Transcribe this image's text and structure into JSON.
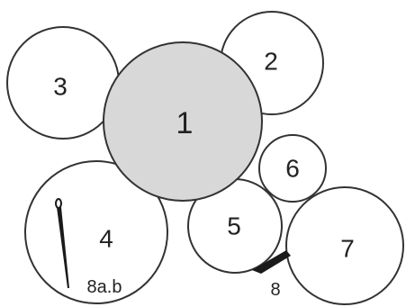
{
  "diagram": {
    "circles": [
      {
        "id": "1",
        "label": "1",
        "fill": "#d8d8d8"
      },
      {
        "id": "2",
        "label": "2",
        "fill": "#ffffff"
      },
      {
        "id": "3",
        "label": "3",
        "fill": "#ffffff"
      },
      {
        "id": "4",
        "label": "4",
        "fill": "#ffffff"
      },
      {
        "id": "5",
        "label": "5",
        "fill": "#ffffff"
      },
      {
        "id": "6",
        "label": "6",
        "fill": "#ffffff"
      },
      {
        "id": "7",
        "label": "7",
        "fill": "#ffffff"
      }
    ],
    "annotations": {
      "needle_label": "8a.b",
      "wedge_label": "8"
    },
    "colors": {
      "stroke": "#333333",
      "main_fill": "#d8d8d8",
      "background": "#ffffff",
      "marker": "#1a1a1a"
    }
  }
}
